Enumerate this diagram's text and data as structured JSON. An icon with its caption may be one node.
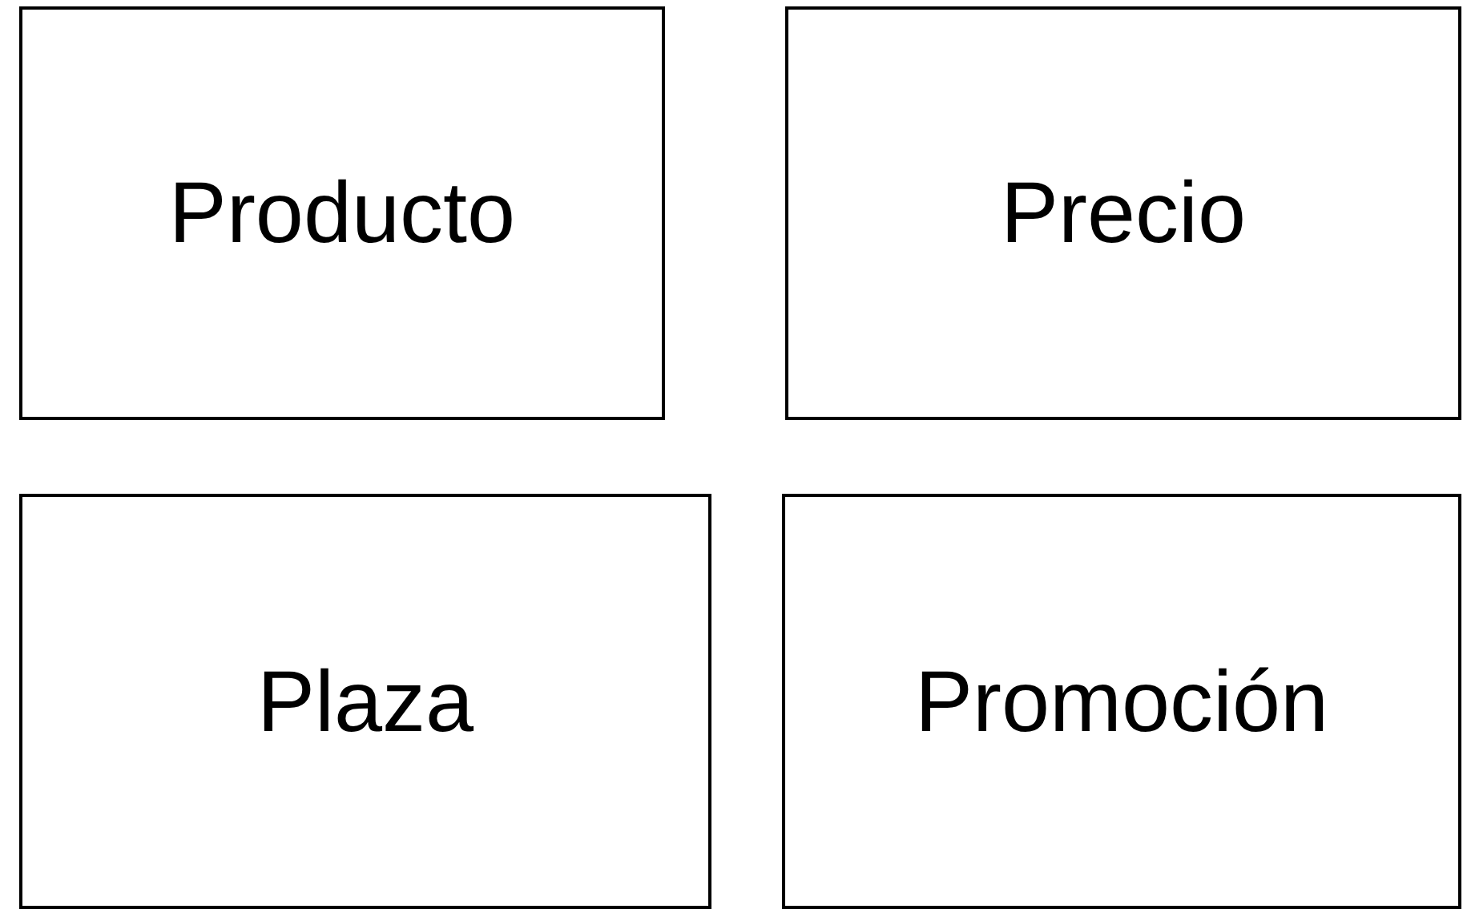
{
  "diagram": {
    "nodes": [
      {
        "text": [
          "Producto"
        ]
      },
      {
        "text": [
          "Precio"
        ]
      },
      {
        "text": [
          "Plaza"
        ]
      },
      {
        "text": [
          "Promoción"
        ]
      }
    ]
  }
}
